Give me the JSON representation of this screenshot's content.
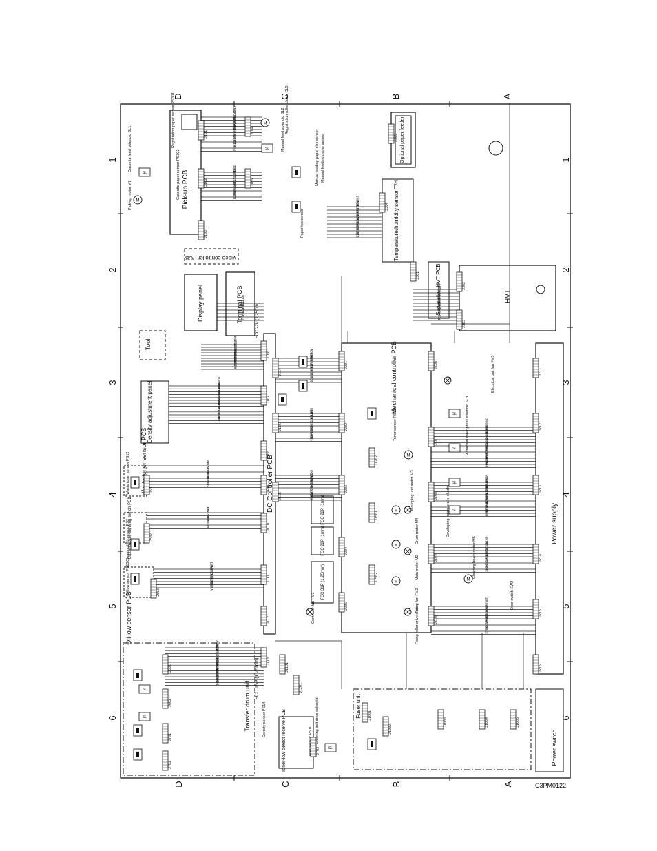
{
  "figure_id": "C3PM0122",
  "zone_letters": [
    "D",
    "C",
    "B",
    "A"
  ],
  "zone_numbers": [
    "1",
    "2",
    "3",
    "4",
    "5",
    "6"
  ],
  "boards": {
    "dc_controller": "DC Controller PCB",
    "mechanical_controller": "Mechanical controller PCB",
    "pickup": "Pick-up PCB",
    "terminal": "Terminal PCB",
    "display_panel": "Display panel",
    "video_controller": "Video controller PCB",
    "density_adjust": "Density adjustment panel",
    "oil_low_sensor": "Oil low sensor PCB",
    "waste_toner_sensor": "Waste toner sensor PCB",
    "power_supply": "Power supply",
    "hvt": "HVT",
    "separation_hvt": "Separation HVT PCB",
    "temp_humidity": "Temperature/humidity sensor T/H",
    "optional_feeder": "Optional paper feeder",
    "transfer_drum_unit": "Transfer drum unit",
    "fuser_unit": "Fuser unit",
    "toner_low_detect": "Toner-low detect receive PCB",
    "tool": "Tool",
    "cassette_size_switch": "Cassette size-sensing switch PCB",
    "power_switch": "Power switch"
  },
  "fcc_labels": [
    "FCC 22P (1mm)",
    "FCC 22P (1mm)",
    "FCC 31P (1.25mm)",
    "FCC 15P (1.25mm)",
    "FCC 22P (1.25mm)"
  ],
  "component_labels": [
    "Pick-up motor M7",
    "Cassette feed solenoid SL1",
    "Registration paper sensor PS301",
    "Cassette paper sensor PS302",
    "Manual feed solenoid SL2",
    "Registration roller clutch CL5",
    "Manual feeding paper size sensor",
    "Manual feeding paper sensor",
    "Paper top sensor",
    "Main motor M2",
    "Drum motor M4",
    "Developing unit motor M3",
    "Controller fan FM1",
    "Fixing fan FM2",
    "Electrical unit fan FM3",
    "Cleaning brush motor M5",
    "Toner sensor PS11",
    "Door switch SW2",
    "Oil low sensor PS13",
    "Cleaning belt sensor PS2",
    "Waste toner sensor PS12",
    "Density sensor PS14",
    "Toner sensor PS10",
    "Attraction roller press solenoid SL3",
    "Developing rotary brake clutch",
    "Cleaning belt drive solenoid",
    "Fixing roller drive clutch"
  ],
  "connector_labels": [
    "J101",
    "J102",
    "J103",
    "J104",
    "J105",
    "J106",
    "J107",
    "J108",
    "J109",
    "J110",
    "J111",
    "J112",
    "J113",
    "J114",
    "J115",
    "J116",
    "J201",
    "J202",
    "J203",
    "J204",
    "J205",
    "J206",
    "J207",
    "J208",
    "J209",
    "J210",
    "J211",
    "J212",
    "J213",
    "J214",
    "J215",
    "J216",
    "J301",
    "J302",
    "J303",
    "J304",
    "J305",
    "J501",
    "J502",
    "J503",
    "J601",
    "J602",
    "J701",
    "J702",
    "J703",
    "J1001",
    "J1002",
    "J1003",
    "J1004",
    "J1005",
    "J1101",
    "J1201",
    "J1202",
    "J1501",
    "J1502"
  ],
  "signal_labels": [
    "LEDON",
    "24VA",
    "GND",
    "5V",
    "PS14",
    "TONSNS",
    "ATTEN",
    "FSRTH",
    "SEPPS",
    "HVTON",
    "DEVON",
    "DEVA",
    "SEPAC",
    "BCLK",
    "DISP",
    "WSTSNS",
    "OILSNS",
    "TOPS",
    "DIRON",
    "PAPER",
    "FUSER",
    "HVT1",
    "HVT2",
    "24VB",
    "12V",
    "DCON",
    "PTS",
    "REGD",
    "PCLK",
    "CLK",
    "CS1",
    "SDI",
    "SDO",
    "RESET",
    "BD",
    "VDO",
    "TXD",
    "RXD",
    "PRNT",
    "CPRDY",
    "CCRT",
    "CMD",
    "STS",
    "SBSY",
    "CBSY",
    "VSYNC",
    "PRDY",
    "RDY"
  ]
}
